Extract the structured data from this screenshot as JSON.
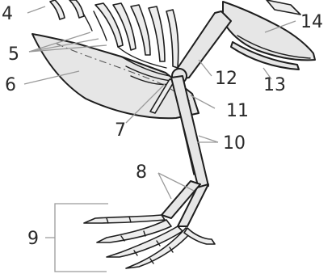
{
  "labels": {
    "l4": "4",
    "l5": "5",
    "l6": "6",
    "l7": "7",
    "l8": "8",
    "l9": "9",
    "l10": "10",
    "l11": "11",
    "l12": "12",
    "l13": "13",
    "l14": "14"
  }
}
